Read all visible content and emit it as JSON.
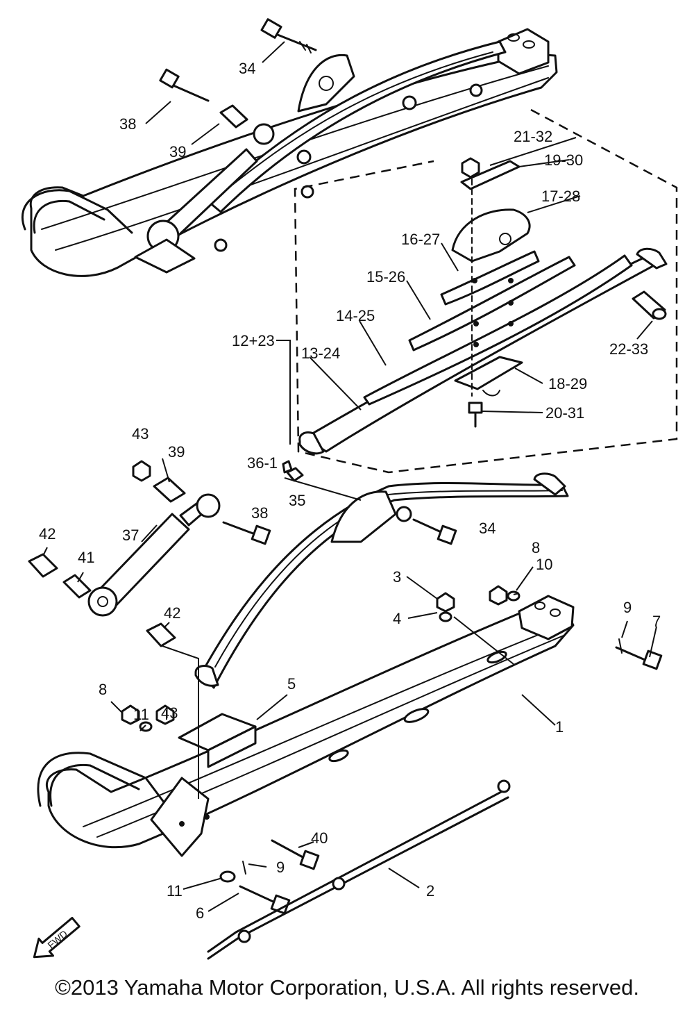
{
  "labels": {
    "l34a": "34",
    "l38a": "38",
    "l39a": "39",
    "l2132": "21-32",
    "l1930": "19-30",
    "l1728": "17-28",
    "l1627": "16-27",
    "l1526": "15-26",
    "l1425": "14-25",
    "l1223": "12+23",
    "l1324": "13-24",
    "l2233": "22-33",
    "l1829": "18-29",
    "l2031": "20-31",
    "l43a": "43",
    "l39b": "39",
    "l361": "36-1",
    "l35": "35",
    "l38b": "38",
    "l34b": "34",
    "l42a": "42",
    "l37": "37",
    "l41": "41",
    "l42b": "42",
    "l3": "3",
    "l8a": "8",
    "l10": "10",
    "l4": "4",
    "l9a": "9",
    "l7": "7",
    "l5": "5",
    "l1": "1",
    "l8b": "8",
    "l11a": "11",
    "l43b": "43",
    "l40": "40",
    "l9b": "9",
    "l11b": "11",
    "l2": "2",
    "l6": "6"
  },
  "fwd_badge": "FWD",
  "copyright": "©2013 Yamaha Motor Corporation, U.S.A. All rights reserved."
}
